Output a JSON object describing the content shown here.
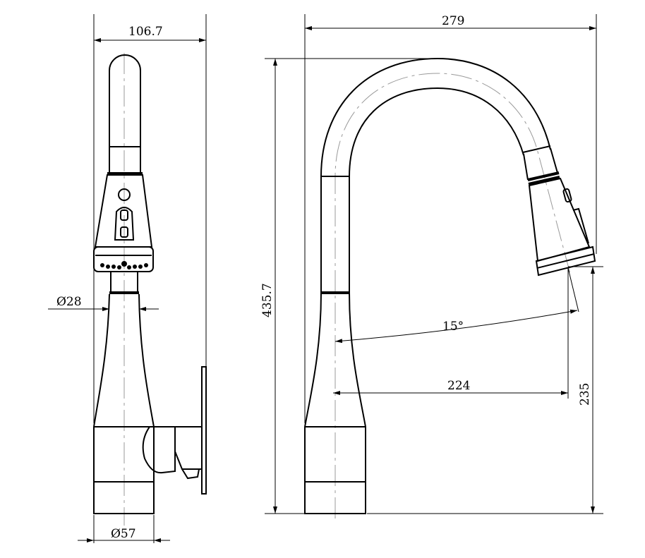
{
  "drawing": {
    "side_view": {
      "width_label": "106.7",
      "neck_diameter_label": "Ø28",
      "base_diameter_label": "Ø57"
    },
    "front_view": {
      "reach_label": "279",
      "height_label": "435.7",
      "angle_label": "15°",
      "spout_reach_label": "224",
      "spout_height_label": "235"
    },
    "colors": {
      "line": "#000000",
      "centerline": "#999999",
      "background": "#ffffff"
    }
  }
}
